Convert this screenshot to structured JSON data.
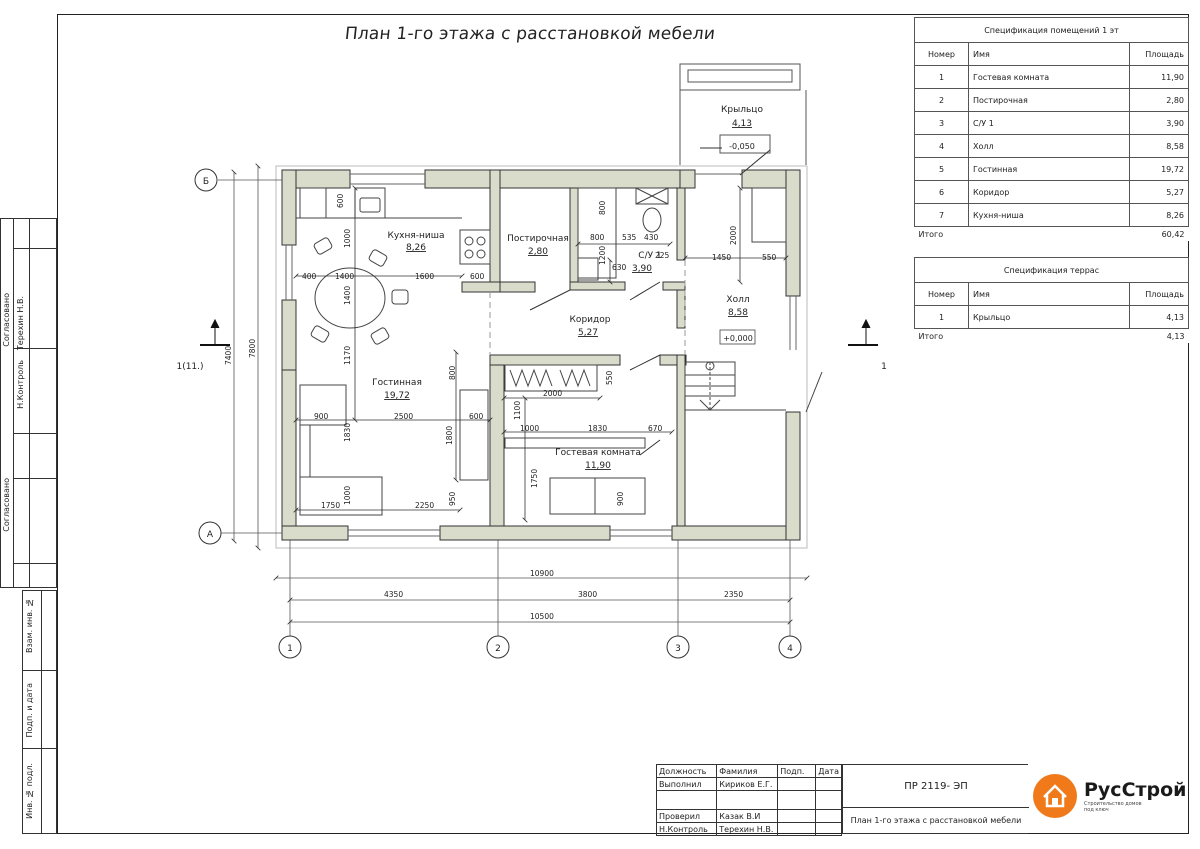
{
  "title": "План 1-го этажа с расстановкой мебели",
  "rooms": [
    {
      "name": "Кухня-ниша",
      "area": "8,26"
    },
    {
      "name": "Постирочная",
      "area": "2,80"
    },
    {
      "name": "С/У 1",
      "area": "3,90"
    },
    {
      "name": "Крыльцо",
      "area": "4,13"
    },
    {
      "name": "Холл",
      "area": "8,58"
    },
    {
      "name": "Коридор",
      "area": "5,27"
    },
    {
      "name": "Гостинная",
      "area": "19,72"
    },
    {
      "name": "Гостевая комната",
      "area": "11,90"
    }
  ],
  "levels": [
    "-0,050",
    "+0,000"
  ],
  "dims": {
    "d600a": "600",
    "d1000a": "1000",
    "d400": "400",
    "d1400a": "1400",
    "d1600": "1600",
    "d600b": "600",
    "d1400b": "1400",
    "d1170": "1170",
    "d800a": "800",
    "d800b": "800",
    "d535": "535",
    "d430": "430",
    "d1200": "1200",
    "d630": "630",
    "d225": "225",
    "d2000a": "2000",
    "d1450": "1450",
    "d550a": "550",
    "d800c": "800",
    "d550b": "550",
    "d2000b": "2000",
    "d900a": "900",
    "d2500": "2500",
    "d600c": "600",
    "d1830a": "1830",
    "d1800": "1800",
    "d1100": "1100",
    "d1000b": "1000",
    "d1830b": "1830",
    "d670": "670",
    "d1750a": "1750",
    "d1000c": "1000",
    "d1750b": "1750",
    "d2250": "2250",
    "d950": "950",
    "d900b": "900",
    "d7400": "7400",
    "d7800": "7800",
    "d10900": "10900",
    "d4350": "4350",
    "d3800": "3800",
    "d2350": "2350",
    "d10500": "10500"
  },
  "axes": {
    "b": "Б",
    "a": "А",
    "n1": "1",
    "n2": "2",
    "n3": "3",
    "n4": "4"
  },
  "section_marks": {
    "left": "1(11.)",
    "right": "1"
  },
  "spec1": {
    "caption": "Спецификация помещений 1 эт",
    "headers": [
      "Номер",
      "Имя",
      "Площадь"
    ],
    "rows": [
      [
        "1",
        "Гостевая комната",
        "11,90"
      ],
      [
        "2",
        "Постирочная",
        "2,80"
      ],
      [
        "3",
        "С/У 1",
        "3,90"
      ],
      [
        "4",
        "Холл",
        "8,58"
      ],
      [
        "5",
        "Гостинная",
        "19,72"
      ],
      [
        "6",
        "Коридор",
        "5,27"
      ],
      [
        "7",
        "Кухня-ниша",
        "8,26"
      ]
    ],
    "total_label": "Итого",
    "total_value": "60,42"
  },
  "spec2": {
    "caption": "Спецификация террас",
    "headers": [
      "Номер",
      "Имя",
      "Площадь"
    ],
    "rows": [
      [
        "1",
        "Крыльцо",
        "4,13"
      ]
    ],
    "total_label": "Итого",
    "total_value": "4,13"
  },
  "stamp": {
    "h_pos": "Должность",
    "h_name": "Фамилия",
    "h_sign": "Подп.",
    "h_date": "Дата",
    "r1_pos": "Выполнил",
    "r1_name": "Кириков Е.Г.",
    "r2_pos": "Проверил",
    "r2_name": "Казак В.И",
    "r3_pos": "Н.Контроль",
    "r3_name": "Терехин Н.В.",
    "code": "ПР 2119- ЭП",
    "sheet_title": "План 1-го этажа с расстановкой мебели"
  },
  "sidebar": {
    "soglasovano1": "Согласовано",
    "h_kontrol": "Н.Контроль",
    "terehin": "Терехин Н.В.",
    "soglasovano2": "Согласовано",
    "vzam": "Взам. инв. №",
    "podp_data": "Подп. и дата",
    "inv_podl": "Инв. № подл."
  },
  "logo": {
    "name": "РусСтрой",
    "tagline1": "Строительство домов",
    "tagline2": "под ключ",
    "accent": "#f07a1a"
  }
}
